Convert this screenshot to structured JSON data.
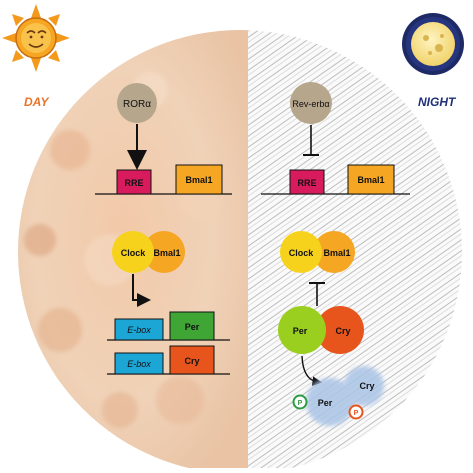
{
  "labels": {
    "day": "DAY",
    "night": "NIGHT"
  },
  "day_side": {
    "activator": "RORα",
    "element": "RRE",
    "target_gene": "Bmal1",
    "complex": [
      "Clock",
      "Bmal1"
    ],
    "promoters": [
      {
        "element": "E-box",
        "gene": "Per"
      },
      {
        "element": "E-box",
        "gene": "Cry"
      }
    ]
  },
  "night_side": {
    "repressor": "Rev-erbα",
    "element": "RRE",
    "target_gene": "Bmal1",
    "complex": [
      "Clock",
      "Bmal1"
    ],
    "repressor_complex": [
      "Per",
      "Cry"
    ],
    "phospho_complex": [
      "Per",
      "Cry"
    ],
    "phospho_marks": [
      "P",
      "P"
    ]
  },
  "colors": {
    "day_label": "#e8732a",
    "night_label": "#1f2f7a",
    "ror": "#b6a68c",
    "rre": "#d81b5c",
    "bmal_gene": "#f5a623",
    "clock": "#f7d21c",
    "bmal_protein": "#f5a623",
    "ebox": "#1ba6d6",
    "per_gene": "#3fa535",
    "cry_gene": "#e8551c",
    "per_protein": "#9bcf1f",
    "cry_protein": "#e8551c",
    "phospho_blob": "#aac4e6",
    "p_circle_green": "#2e9b43",
    "p_circle_orange": "#e8551c"
  }
}
